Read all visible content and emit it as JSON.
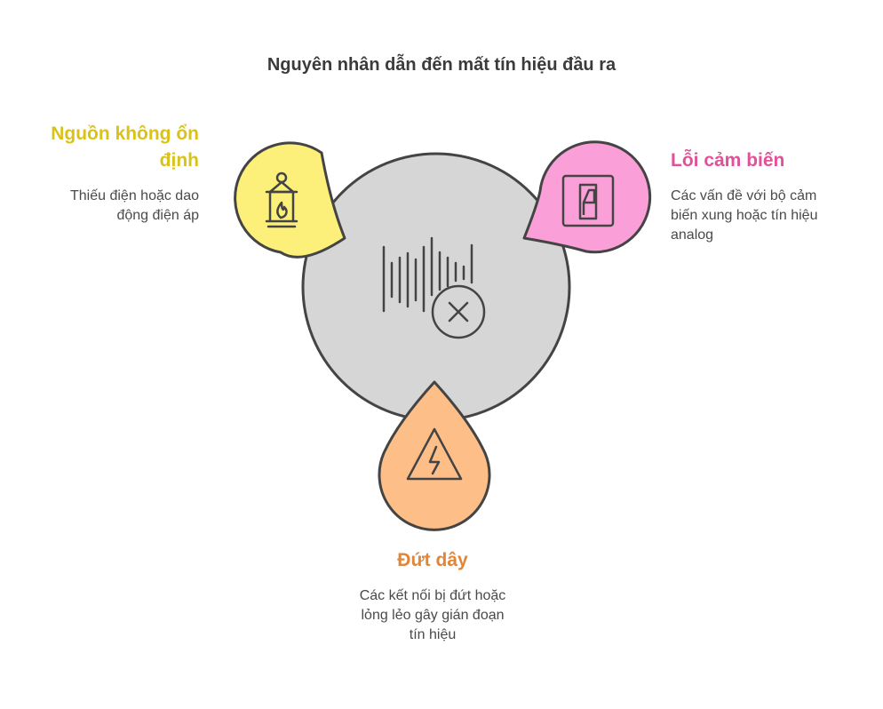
{
  "title": "Nguyên nhân dẫn đến mất tín hiệu đầu ra",
  "center": {
    "icon": "signal-loss-icon"
  },
  "causes": [
    {
      "heading": "Nguồn không ổn định",
      "heading_line1": "Nguồn không ổn",
      "heading_line2": "định",
      "description": "Thiếu điện hoặc dao động điện áp",
      "desc_line1": "Thiếu điện hoặc dao",
      "desc_line2": "động điện áp",
      "icon": "lantern-icon",
      "color": "#fdf07a",
      "text_color": "#d9c21a"
    },
    {
      "heading": "Lỗi cảm biến",
      "description": "Các vấn đề với bộ cảm biến xung hoặc tín hiệu analog",
      "desc_line1": "Các vấn đề với bộ cảm",
      "desc_line2": "biến xung hoặc tín hiệu",
      "desc_line3": "analog",
      "icon": "switch-icon",
      "color": "#fb9fd9",
      "text_color": "#e0519a"
    },
    {
      "heading": "Đứt dây",
      "description": "Các kết nối bị đứt hoặc lỏng lẻo gây gián đoạn tín hiệu",
      "desc_line1": "Các kết nối bị đứt hoặc",
      "desc_line2": "lỏng lẻo gây gián đoạn",
      "desc_line3": "tín hiệu",
      "icon": "high-voltage-icon",
      "color": "#fdbe88",
      "text_color": "#e0863a"
    }
  ]
}
